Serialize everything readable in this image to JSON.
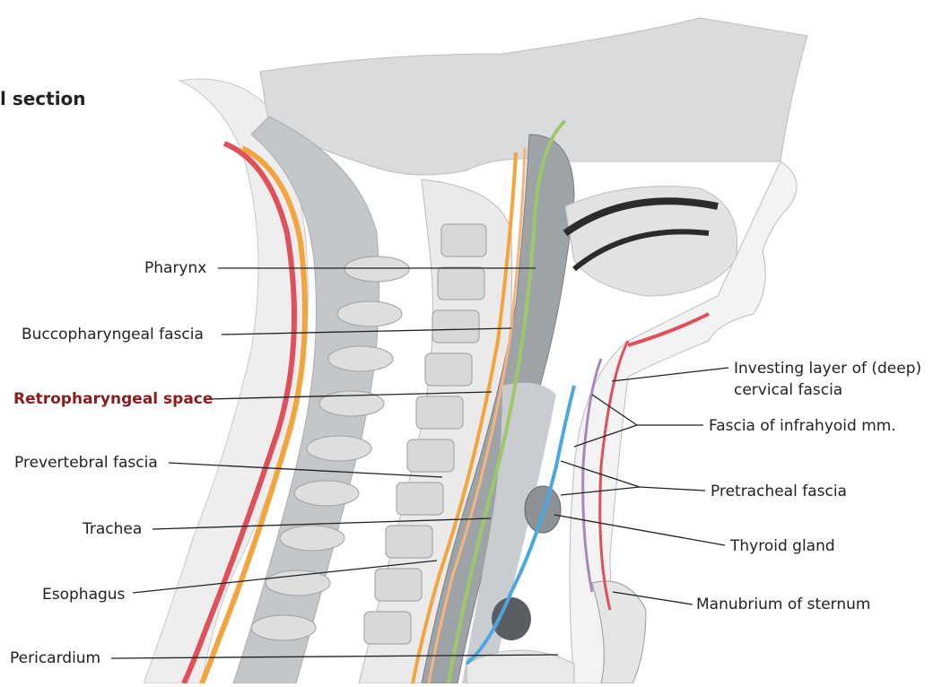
{
  "heading": "l section",
  "labels": {
    "pharynx": "Pharynx",
    "buccopharyngeal_fascia": "Buccopharyngeal fascia",
    "retropharyngeal_space": "Retropharyngeal space",
    "prevertebral_fascia": "Prevertebral fascia",
    "trachea": "Trachea",
    "esophagus": "Esophagus",
    "pericardium": "Pericardium",
    "investing_layer_line1": "Investing layer of (deep)",
    "investing_layer_line2": "cervical fascia",
    "fascia_infrahyoid": "Fascia of infrahyoid mm.",
    "pretracheal_fascia": "Pretracheal fascia",
    "thyroid_gland": "Thyroid gland",
    "manubrium": "Manubrium of sternum"
  },
  "colors": {
    "highlight_label": "#8a1c1c",
    "skin_line_red": "#e0505a",
    "fascia_orange": "#f4a43c",
    "fascia_green": "#9cc86a",
    "pretracheal_blue": "#4aa8e0",
    "tissue_gray": "#8e9296",
    "bone_light": "#e6e6e6"
  }
}
